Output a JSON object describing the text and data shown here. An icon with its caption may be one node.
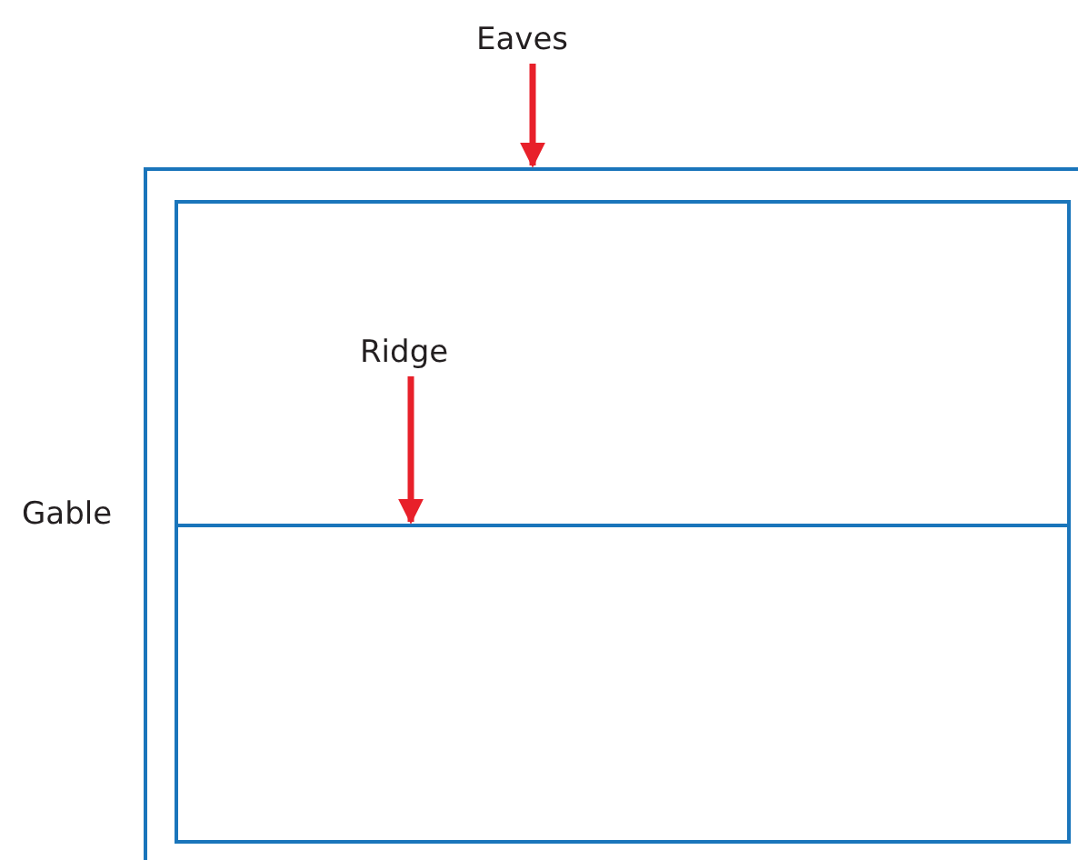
{
  "diagram": {
    "nodes": [
      {
        "text": [
          "Eaves"
        ]
      },
      {
        "text": [],
        "shape": "box"
      },
      {
        "text": [],
        "shape": "box",
        "in": 1
      },
      {
        "text": [
          "Ridge"
        ],
        "in": 2
      },
      {
        "text": [],
        "shape": "bar",
        "in": 2
      }
    ],
    "edges": [
      {
        "from": 0,
        "to": 1,
        "arrow": "to",
        "color": "#e8202a"
      },
      {
        "from": 3,
        "to": 4,
        "arrow": "to",
        "color": "#e8202a"
      }
    ],
    "labels": [
      "Gable"
    ]
  }
}
